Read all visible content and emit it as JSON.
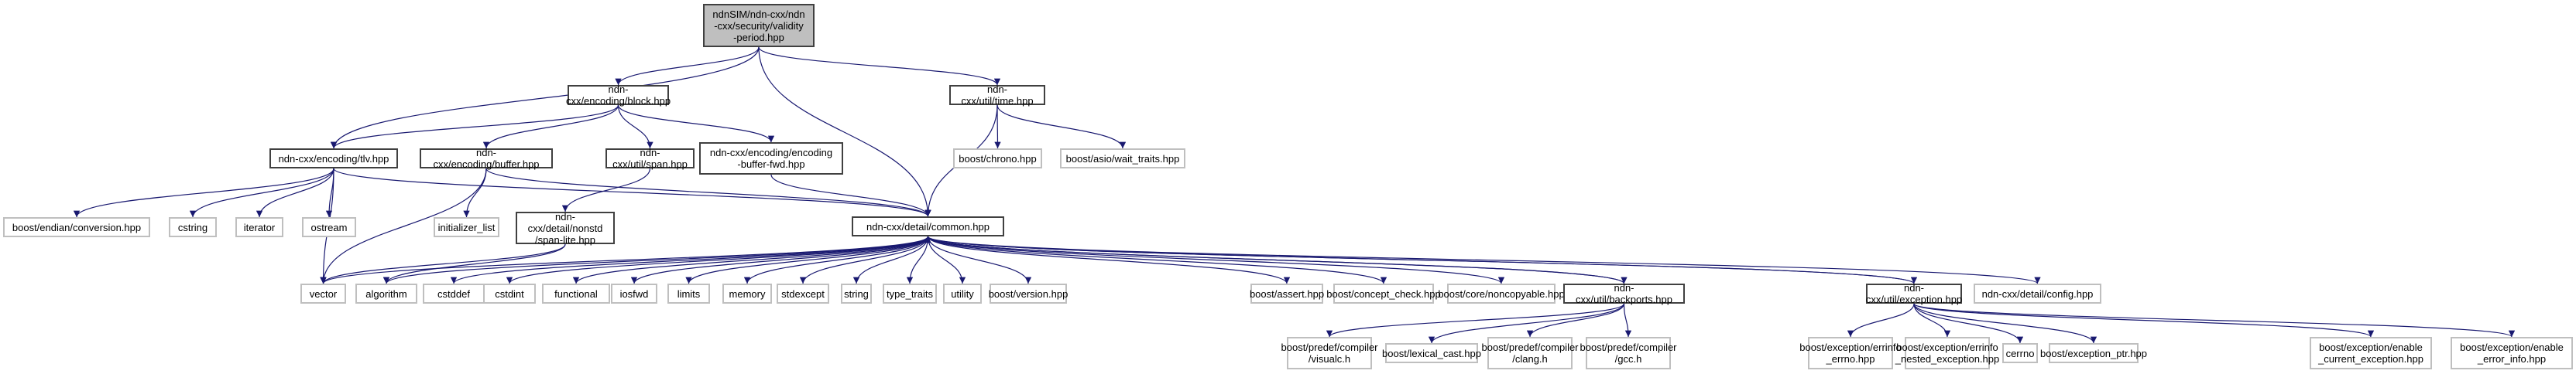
{
  "title": "Include dependency graph for validity-period.hpp",
  "edge_color": "#191970",
  "nodes": [
    {
      "id": "root",
      "label": "ndnSIM/ndn-cxx/ndn\n-cxx/security/validity\n-period.hpp",
      "kind": "root"
    },
    {
      "id": "block",
      "label": "ndn-cxx/encoding/block.hpp",
      "kind": "local"
    },
    {
      "id": "time",
      "label": "ndn-cxx/util/time.hpp",
      "kind": "local"
    },
    {
      "id": "tlv",
      "label": "ndn-cxx/encoding/tlv.hpp",
      "kind": "local"
    },
    {
      "id": "buffer",
      "label": "ndn-cxx/encoding/buffer.hpp",
      "kind": "local"
    },
    {
      "id": "span",
      "label": "ndn-cxx/util/span.hpp",
      "kind": "local"
    },
    {
      "id": "ebfwd",
      "label": "ndn-cxx/encoding/encoding\n-buffer-fwd.hpp",
      "kind": "local"
    },
    {
      "id": "chrono",
      "label": "boost/chrono.hpp",
      "kind": "ext"
    },
    {
      "id": "waittraits",
      "label": "boost/asio/wait_traits.hpp",
      "kind": "ext"
    },
    {
      "id": "endian",
      "label": "boost/endian/conversion.hpp",
      "kind": "ext"
    },
    {
      "id": "cstring",
      "label": "cstring",
      "kind": "ext"
    },
    {
      "id": "iterator",
      "label": "iterator",
      "kind": "ext"
    },
    {
      "id": "ostream",
      "label": "ostream",
      "kind": "ext"
    },
    {
      "id": "initlist",
      "label": "initializer_list",
      "kind": "ext"
    },
    {
      "id": "spanlite",
      "label": "ndn-cxx/detail/nonstd\n/span-lite.hpp",
      "kind": "local"
    },
    {
      "id": "common",
      "label": "ndn-cxx/detail/common.hpp",
      "kind": "local"
    },
    {
      "id": "vector",
      "label": "vector",
      "kind": "ext"
    },
    {
      "id": "algorithm",
      "label": "algorithm",
      "kind": "ext"
    },
    {
      "id": "cstddef",
      "label": "cstddef",
      "kind": "ext"
    },
    {
      "id": "cstdint",
      "label": "cstdint",
      "kind": "ext"
    },
    {
      "id": "functional",
      "label": "functional",
      "kind": "ext"
    },
    {
      "id": "iosfwd",
      "label": "iosfwd",
      "kind": "ext"
    },
    {
      "id": "limits",
      "label": "limits",
      "kind": "ext"
    },
    {
      "id": "memory",
      "label": "memory",
      "kind": "ext"
    },
    {
      "id": "stdexcept",
      "label": "stdexcept",
      "kind": "ext"
    },
    {
      "id": "string",
      "label": "string",
      "kind": "ext"
    },
    {
      "id": "typetraits",
      "label": "type_traits",
      "kind": "ext"
    },
    {
      "id": "utility",
      "label": "utility",
      "kind": "ext"
    },
    {
      "id": "bversion",
      "label": "boost/version.hpp",
      "kind": "ext"
    },
    {
      "id": "bassert",
      "label": "boost/assert.hpp",
      "kind": "ext"
    },
    {
      "id": "bconcept",
      "label": "boost/concept_check.hpp",
      "kind": "ext"
    },
    {
      "id": "bnoncopy",
      "label": "boost/core/noncopyable.hpp",
      "kind": "ext"
    },
    {
      "id": "backports",
      "label": "ndn-cxx/util/backports.hpp",
      "kind": "local"
    },
    {
      "id": "exception",
      "label": "ndn-cxx/util/exception.hpp",
      "kind": "local"
    },
    {
      "id": "config",
      "label": "ndn-cxx/detail/config.hpp",
      "kind": "ext"
    },
    {
      "id": "visualc",
      "label": "boost/predef/compiler\n/visualc.h",
      "kind": "ext"
    },
    {
      "id": "lexcast",
      "label": "boost/lexical_cast.hpp",
      "kind": "ext"
    },
    {
      "id": "clang",
      "label": "boost/predef/compiler\n/clang.h",
      "kind": "ext"
    },
    {
      "id": "gcc",
      "label": "boost/predef/compiler\n/gcc.h",
      "kind": "ext"
    },
    {
      "id": "errinfoerrno",
      "label": "boost/exception/errinfo\n_errno.hpp",
      "kind": "ext"
    },
    {
      "id": "errinfonested",
      "label": "boost/exception/errinfo\n_nested_exception.hpp",
      "kind": "ext"
    },
    {
      "id": "cerrno",
      "label": "cerrno",
      "kind": "ext"
    },
    {
      "id": "excptr",
      "label": "boost/exception_ptr.hpp",
      "kind": "ext"
    },
    {
      "id": "enablecur",
      "label": "boost/exception/enable\n_current_exception.hpp",
      "kind": "ext"
    },
    {
      "id": "enableerr",
      "label": "boost/exception/enable\n_error_info.hpp",
      "kind": "ext"
    }
  ],
  "edges": [
    [
      "root",
      "tlv"
    ],
    [
      "root",
      "block"
    ],
    [
      "root",
      "common"
    ],
    [
      "root",
      "time"
    ],
    [
      "block",
      "tlv"
    ],
    [
      "block",
      "buffer"
    ],
    [
      "block",
      "span"
    ],
    [
      "block",
      "ebfwd"
    ],
    [
      "time",
      "common"
    ],
    [
      "time",
      "chrono"
    ],
    [
      "time",
      "waittraits"
    ],
    [
      "tlv",
      "endian"
    ],
    [
      "tlv",
      "cstring"
    ],
    [
      "tlv",
      "iterator"
    ],
    [
      "tlv",
      "ostream"
    ],
    [
      "tlv",
      "vector"
    ],
    [
      "tlv",
      "common"
    ],
    [
      "buffer",
      "vector"
    ],
    [
      "buffer",
      "initlist"
    ],
    [
      "buffer",
      "common"
    ],
    [
      "span",
      "spanlite"
    ],
    [
      "ebfwd",
      "common"
    ],
    [
      "spanlite",
      "vector"
    ],
    [
      "spanlite",
      "algorithm"
    ],
    [
      "common",
      "vector"
    ],
    [
      "common",
      "algorithm"
    ],
    [
      "common",
      "cstddef"
    ],
    [
      "common",
      "cstdint"
    ],
    [
      "common",
      "functional"
    ],
    [
      "common",
      "iosfwd"
    ],
    [
      "common",
      "limits"
    ],
    [
      "common",
      "memory"
    ],
    [
      "common",
      "stdexcept"
    ],
    [
      "common",
      "string"
    ],
    [
      "common",
      "typetraits"
    ],
    [
      "common",
      "utility"
    ],
    [
      "common",
      "bversion"
    ],
    [
      "common",
      "bassert"
    ],
    [
      "common",
      "bconcept"
    ],
    [
      "common",
      "bnoncopy"
    ],
    [
      "common",
      "backports"
    ],
    [
      "common",
      "exception"
    ],
    [
      "common",
      "config"
    ],
    [
      "backports",
      "common"
    ],
    [
      "backports",
      "visualc"
    ],
    [
      "backports",
      "lexcast"
    ],
    [
      "backports",
      "clang"
    ],
    [
      "backports",
      "gcc"
    ],
    [
      "exception",
      "common"
    ],
    [
      "exception",
      "errinfoerrno"
    ],
    [
      "exception",
      "errinfonested"
    ],
    [
      "exception",
      "cerrno"
    ],
    [
      "exception",
      "excptr"
    ],
    [
      "exception",
      "enablecur"
    ],
    [
      "exception",
      "enableerr"
    ]
  ]
}
